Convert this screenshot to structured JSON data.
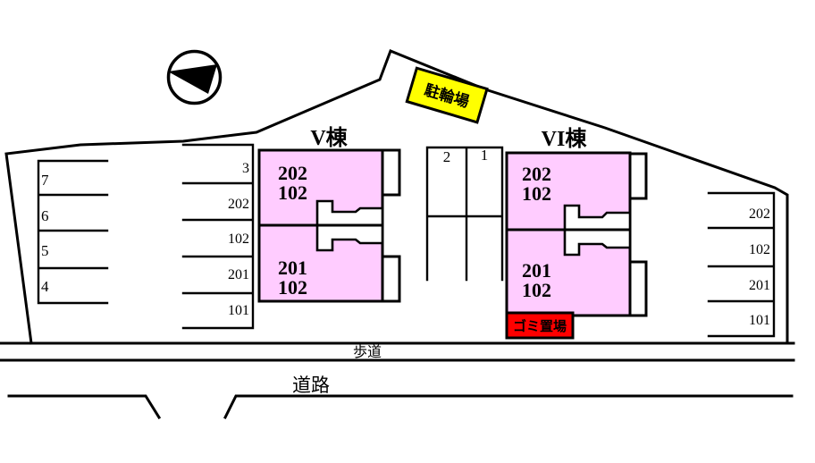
{
  "icons": {
    "compass": "north-arrow"
  },
  "colors": {
    "building_fill": "#ffccff",
    "bicycle_fill": "#ffff00",
    "garbage_fill": "#ff0000",
    "outline": "#000000",
    "paper": "#ffffff"
  },
  "labels": {
    "bicycle_parking": "駐輪場",
    "garbage": "ゴミ置場",
    "sidewalk": "歩道",
    "road": "道路"
  },
  "buildings": {
    "v": {
      "name": "V棟",
      "upper": {
        "line1": "202",
        "line2": "102"
      },
      "lower": {
        "line1": "201",
        "line2": "102"
      }
    },
    "vi": {
      "name": "VI棟",
      "upper": {
        "line1": "202",
        "line2": "102"
      },
      "lower": {
        "line1": "201",
        "line2": "102"
      }
    }
  },
  "parking": {
    "left": [
      "7",
      "6",
      "5",
      "4"
    ],
    "middle": [
      "3",
      "202",
      "102",
      "201",
      "101"
    ],
    "center": [
      "2",
      "1"
    ],
    "right": [
      "202",
      "102",
      "201",
      "101"
    ]
  }
}
